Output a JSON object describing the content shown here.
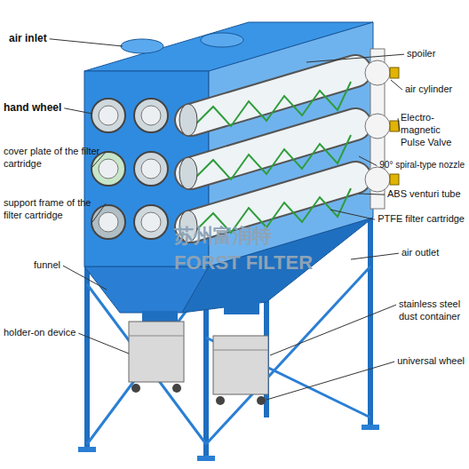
{
  "diagram": {
    "labels": [
      "air inlet",
      "hand wheel",
      "cover plate of the filter cartridge",
      "support frame of the filter cartridge",
      "funnel",
      "holder-on device",
      "spoiler",
      "air cylinder",
      "Electro-magnetic Pulse Valve",
      "90° spiral-type nozzle",
      "ABS venturi tube",
      "PTFE filter cartridge",
      "air outlet",
      "stainless steel dust container",
      "universal wheel",
      "苏州富润特",
      "FORST FILTER"
    ]
  }
}
